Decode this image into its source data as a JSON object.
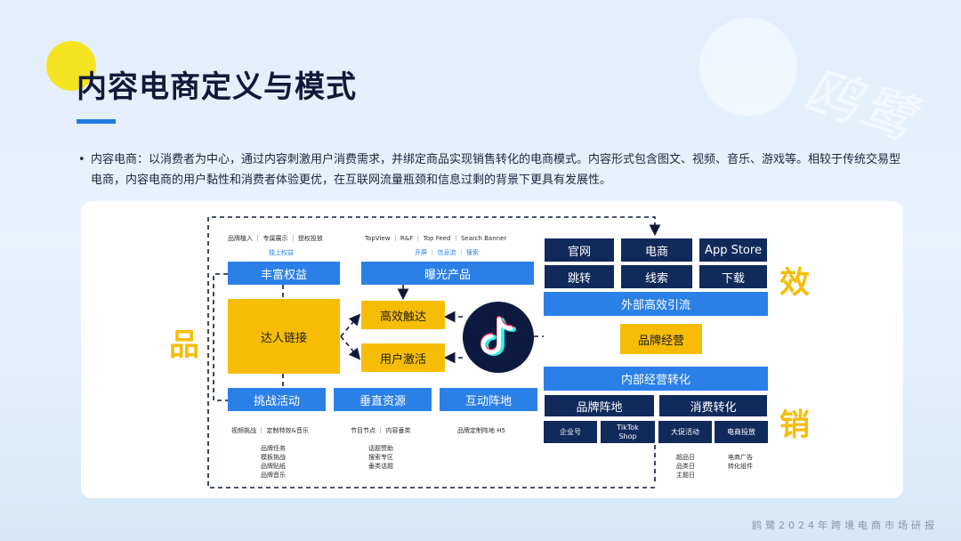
{
  "page": {
    "title": "内容电商定义与模式",
    "watermark_text": "鸥鹭",
    "description": "内容电商：以消费者为中心，通过内容刺激用户消费需求，并绑定商品实现销售转化的电商模式。内容形式包含图文、视频、音乐、游戏等。相较于传统交易型电商，内容电商的用户黏性和消费者体验更优，在互联网流量瓶颈和信息过剩的背景下更具有发展性。",
    "footer": "鸥鹭2024年跨境电商市场研报"
  },
  "diagram": {
    "side_labels": {
      "pin": "品",
      "xiao": "效",
      "xiao2": "销"
    },
    "left": {
      "top_small_1": "品牌植入 ｜ 专属展示 ｜ 授权投放",
      "top_small_2": "独上权益",
      "rich_rights": "丰富权益",
      "talent_link": "达人链接",
      "challenge": "挑战活动",
      "vertical": "垂直资源",
      "interactive": "互动阵地",
      "bottom_small_1": "视频挑战 ｜ 定制特效&音乐",
      "bottom_small_2": "节目节点 ｜ 内容垂类",
      "bottom_small_3": "品牌定制阵地 H5",
      "list_1": [
        "品牌任务",
        "模板挑战",
        "品牌贴纸",
        "品牌音乐"
      ],
      "list_2": [
        "话题赞助",
        "搜索专区",
        "垂类话题"
      ]
    },
    "middle": {
      "top_small_1": "TopView ｜ R&F ｜ Top Feed ｜ Search Banner",
      "top_small_2": "开屏 ｜ 信息流 ｜ 搜索",
      "exposure": "曝光产品",
      "efficient_reach": "高效触达",
      "user_activation": "用户激活"
    },
    "right": {
      "grid": [
        "官网",
        "电商",
        "App Store",
        "跳转",
        "线索",
        "下载"
      ],
      "external_traffic": "外部高效引流",
      "brand_operation": "品牌经营",
      "internal_conversion": "内部经营转化",
      "brand_position": "品牌阵地",
      "consumer_conversion": "消费转化",
      "sub_1": "企业号",
      "sub_2": "TikTok Shop",
      "sub_3": "大促活动",
      "sub_4": "电商投放",
      "list_3": [
        "超品日",
        "品类日",
        "主题日"
      ],
      "list_4": [
        "电商广告",
        "转化组件"
      ]
    }
  },
  "colors": {
    "accent_blue": "#2b80e8",
    "gold": "#f7bd06",
    "navy": "#102a5c",
    "title_bar": "#1f7ce0"
  }
}
